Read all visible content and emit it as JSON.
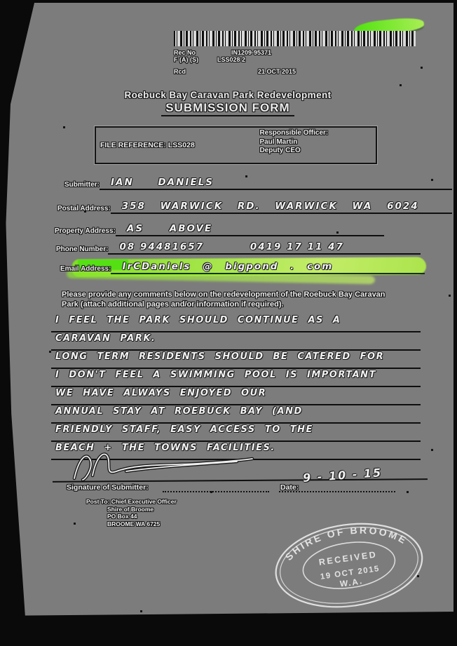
{
  "record_block": {
    "rows": [
      {
        "label": "Rec No",
        "value": "IN1209-95371"
      },
      {
        "label": "F (A) (S)",
        "value": "LSS028 2"
      },
      {
        "label": "Rcd",
        "value": "21 OCT 2015"
      }
    ]
  },
  "title": {
    "line1": "Roebuck Bay Caravan Park Redevelopment",
    "line2": "SUBMISSION FORM"
  },
  "reference_box": {
    "file_reference": "FILE REFERENCE: LSS028",
    "responsible_officer_label": "Responsible Officer:",
    "officer_name": "Paul Martin",
    "officer_title": "Deputy CEO"
  },
  "fields": {
    "submitter": {
      "label": "Submitter:",
      "value": "IAN DANIELS"
    },
    "postal": {
      "label": "Postal Address:",
      "value": "358 WARWICK RD. WARWICK WA 6024"
    },
    "property": {
      "label": "Property Address:",
      "value": "AS ABOVE"
    },
    "phone": {
      "label": "Phone Number:",
      "value1": "08 94481657",
      "value2": "0419 17 11 47"
    },
    "email": {
      "label": "Email Address:",
      "value": "IrCDaniels @ bigpond . com"
    }
  },
  "instructions": "Please provide any comments below on the redevelopment of the Roebuck Bay Caravan Park (attach additional pages and/or information if required).",
  "comments": {
    "lines": [
      "I FEEL THE PARK SHOULD CONTINUE AS A",
      "CARAVAN PARK.",
      "LONG TERM RESIDENTS SHOULD BE CATERED FOR",
      "I DON'T FEEL A SWIMMING POOL IS IMPORTANT",
      "WE HAVE ALWAYS ENJOYED OUR",
      "ANNUAL STAY AT ROEBUCK BAY (AND",
      "FRIENDLY STAFF, EASY ACCESS TO THE",
      "BEACH + THE TOWNS FACILITIES."
    ]
  },
  "signature": {
    "label": "Signature of Submitter:",
    "date_label": "Date:",
    "date_value": "9 - 10 - 15"
  },
  "footer": {
    "lines": [
      "Post To: Chief Executive Officer",
      "Shire of Broome",
      "PO Box 44",
      "BROOME WA 6725"
    ]
  },
  "stamp": {
    "arc_top": "SHIRE OF BROOME",
    "center1": "RECEIVED",
    "center2": "19 OCT 2015",
    "arc_bottom": "W.A."
  },
  "colors": {
    "highlight_green": "#79e51c",
    "page_gray": "#7c7c7c"
  }
}
